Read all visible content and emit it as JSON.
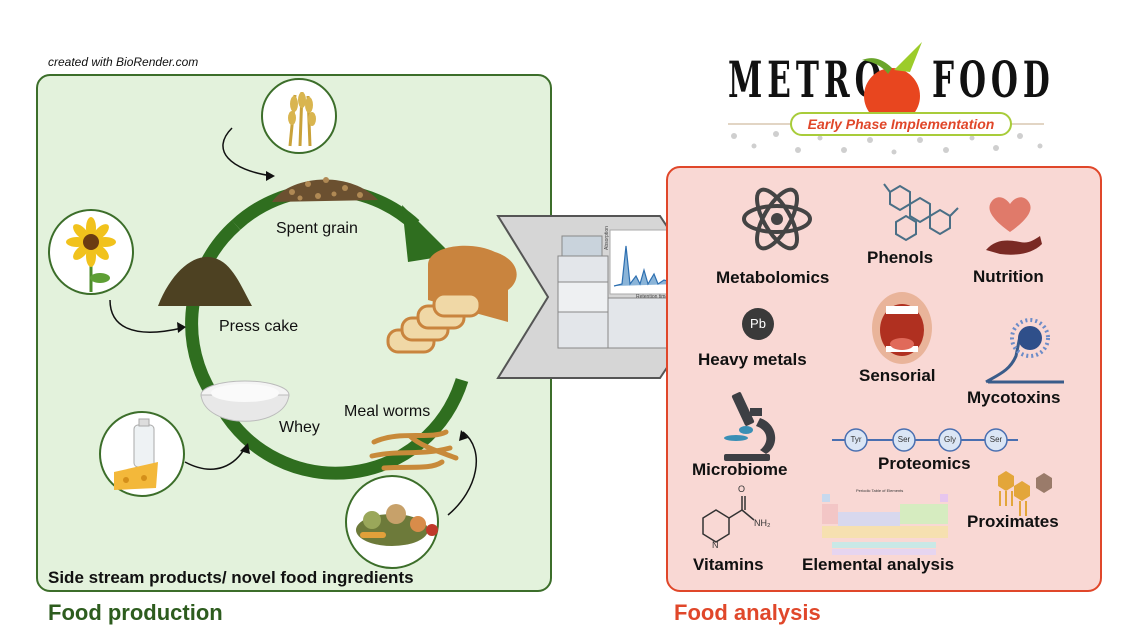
{
  "credit": "created with BioRender.com",
  "logo": {
    "left": "METRO",
    "right": "FOOD",
    "tagline": "Early Phase Implementation"
  },
  "production": {
    "footer": "Side stream products/ novel food ingredients",
    "section_title": "Food production",
    "labels": {
      "spent_grain": "Spent grain",
      "press_cake": "Press cake",
      "whey": "Whey",
      "meal_worms": "Meal worms"
    }
  },
  "chromatogram": {
    "axis_x": "Retention time",
    "axis_y": "Absorption"
  },
  "analysis": {
    "section_title": "Food analysis",
    "labels": {
      "metabolomics": "Metabolomics",
      "phenols": "Phenols",
      "nutrition": "Nutrition",
      "heavy_metals": "Heavy metals",
      "sensorial": "Sensorial",
      "mycotoxins": "Mycotoxins",
      "microbiome": "Microbiome",
      "proteomics": "Proteomics",
      "proximates": "Proximates",
      "vitamins": "Vitamins",
      "elemental_analysis": "Elemental analysis"
    },
    "pb_symbol": "Pb",
    "peptide": [
      "Tyr",
      "Ser",
      "Gly",
      "Ser"
    ],
    "nh2": "NH₂",
    "o_label": "O",
    "n_label": "N",
    "periodic_title": "Periodic Table of Elements"
  },
  "colors": {
    "green_border": "#3c6e2a",
    "red_border": "#e0472a",
    "cycle_arrow": "#2f6e1f",
    "title_green": "#2d5c1e",
    "title_red": "#e0472a"
  }
}
